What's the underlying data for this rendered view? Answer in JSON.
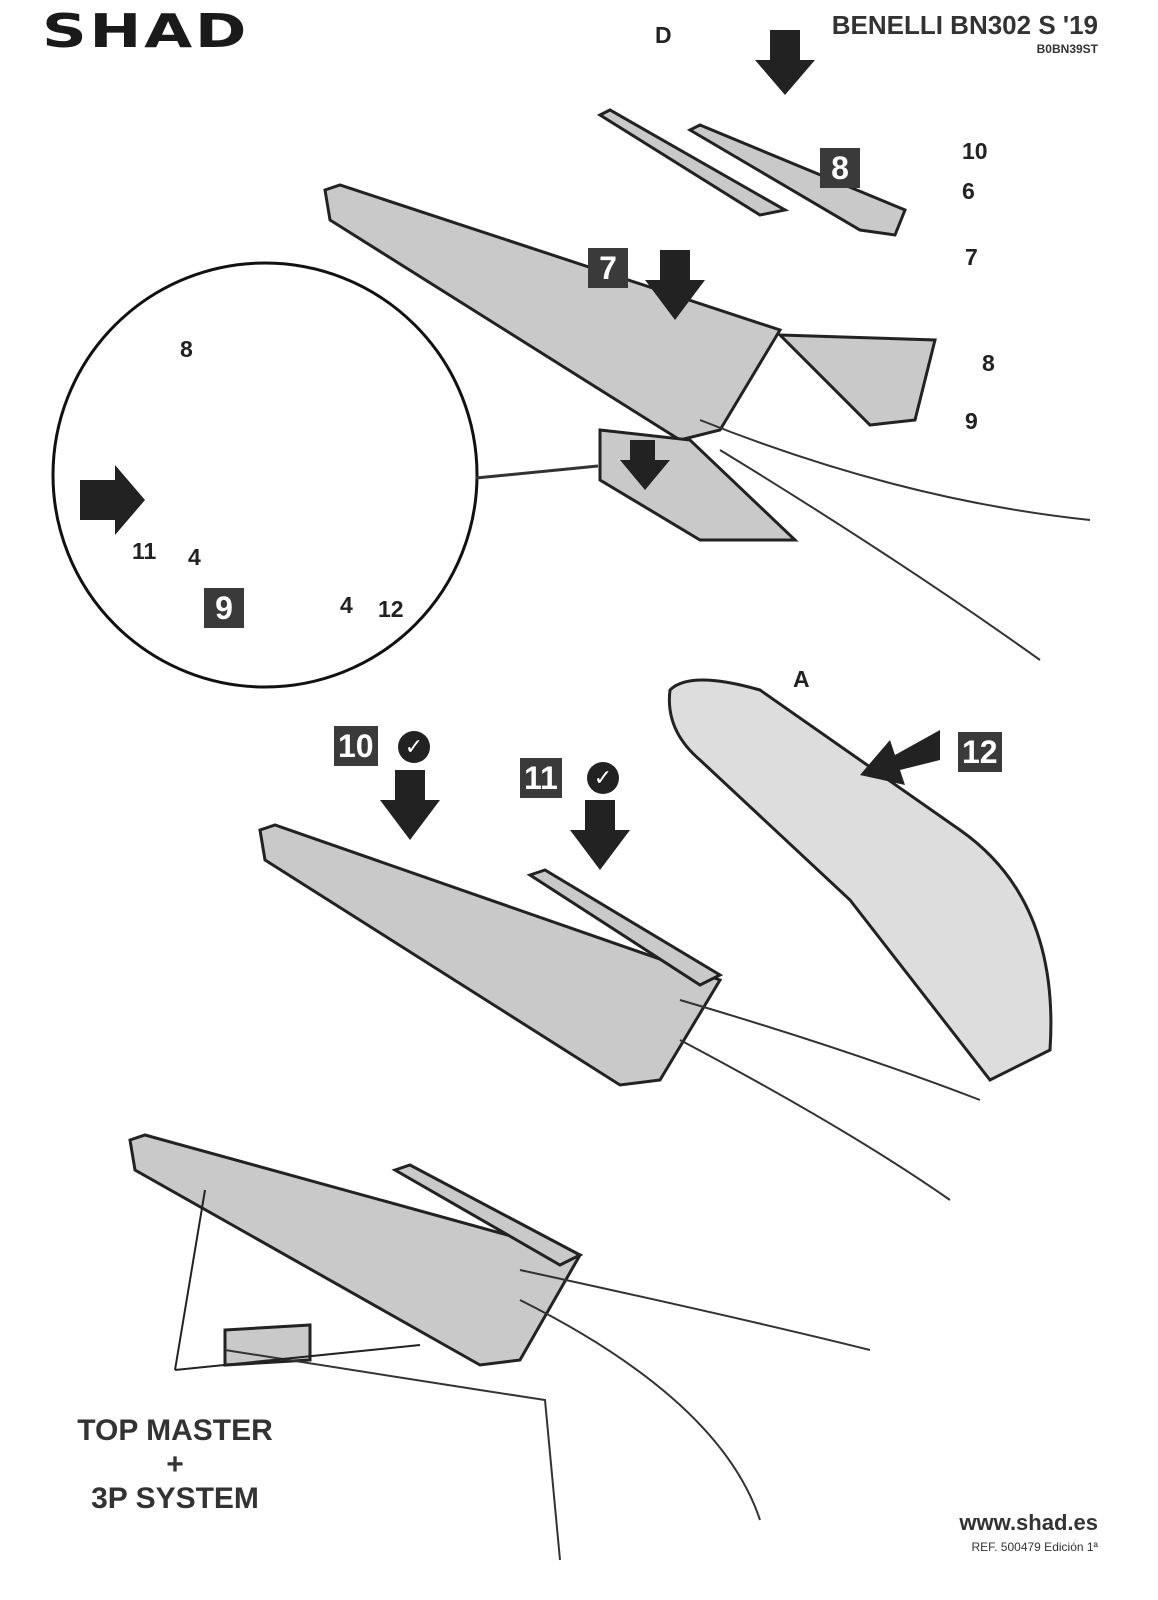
{
  "header": {
    "brand": "SHAD",
    "model": "BENELLI BN302 S '19",
    "code": "B0BN39ST"
  },
  "parts": {
    "D": "D",
    "p10": "10",
    "p6": "6",
    "p7": "7",
    "p8": "8",
    "p9": "9",
    "p11": "11",
    "p4a": "4",
    "p4b": "4",
    "p12": "12",
    "p8b": "8",
    "A": "A"
  },
  "steps": {
    "s7": "7",
    "s8": "8",
    "s9": "9",
    "s10": "10",
    "s11": "11",
    "s12": "12",
    "check": "✓"
  },
  "system": {
    "line1": "TOP MASTER",
    "line2": "+",
    "line3": "3P SYSTEM"
  },
  "footer": {
    "website": "www.shad.es",
    "reference": "REF. 500479 Edición 1ª"
  }
}
